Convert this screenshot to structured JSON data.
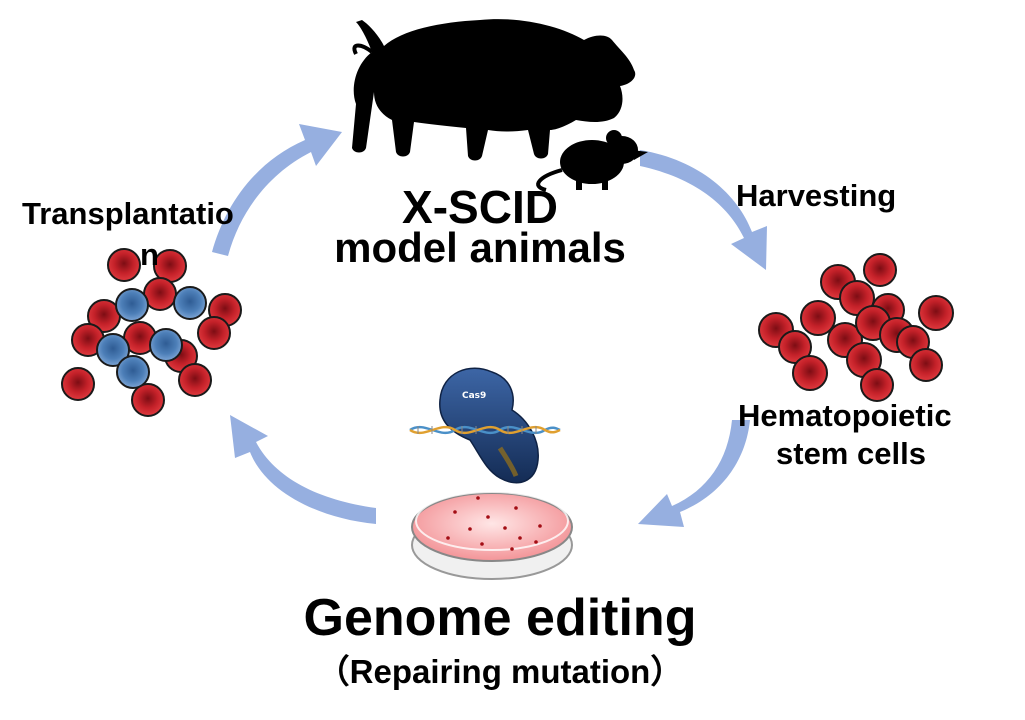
{
  "diagram": {
    "center_title_line1": "X-SCID",
    "center_title_line2": "model animals",
    "harvest_label": "Harvesting",
    "hsc_label_line1": "Hematopoietic",
    "hsc_label_line2": "stem cells",
    "transplant_label_line1": "Transplantatio",
    "transplant_label_line2": "n",
    "genome_title": "Genome editing",
    "genome_subtitle": "（Repairing mutation）",
    "cas9_label": "Cas9"
  },
  "colors": {
    "arrow": "#96afe0",
    "red_cell": "#c8232a",
    "blue_cell": "#4d7fb8",
    "silhouette": "#000000",
    "cas9": "#1f3f73",
    "dish": "#f5a7aa"
  },
  "icons": [
    "pig-silhouette-icon",
    "mouse-silhouette-icon",
    "cas9-protein-icon",
    "dna-helix-icon",
    "petri-dish-icon"
  ]
}
